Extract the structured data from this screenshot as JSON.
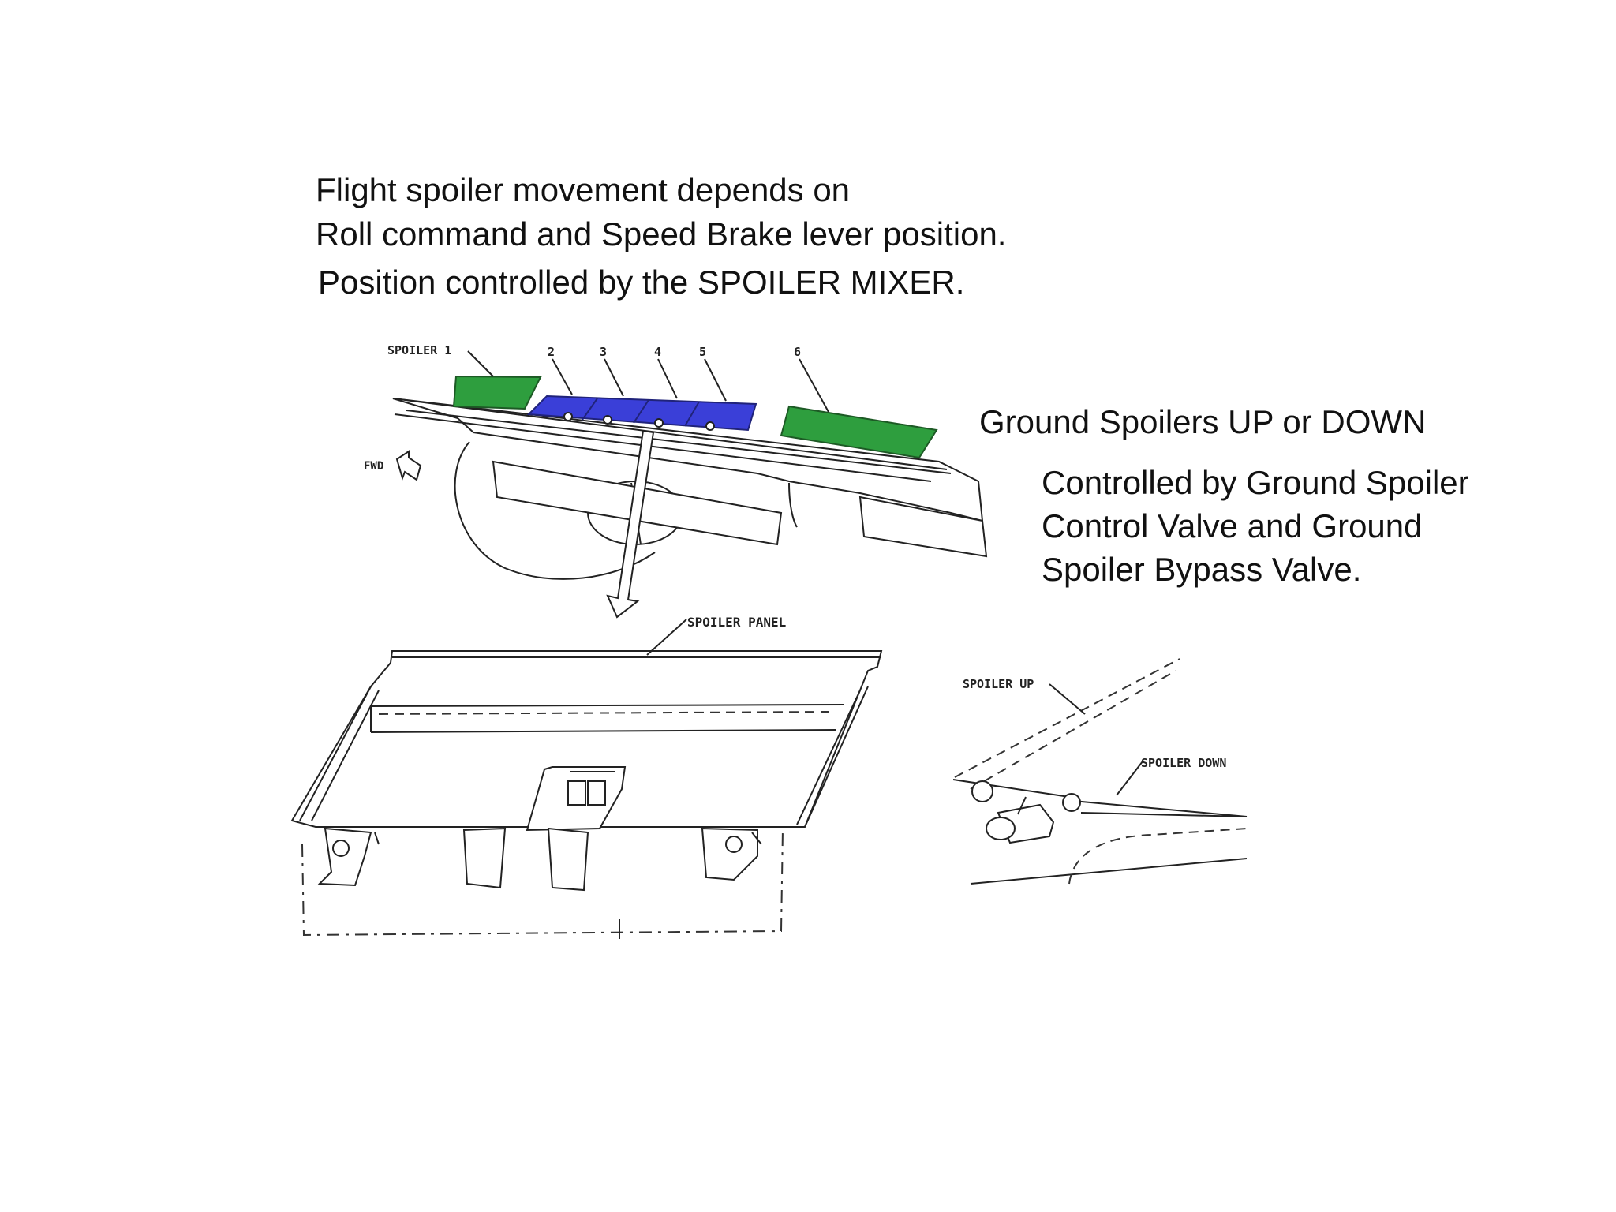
{
  "text": {
    "flight_line1": "Flight spoiler movement depends on",
    "flight_line2": "Roll command and Speed Brake lever position.",
    "flight_line3": "Position controlled by the SPOILER MIXER.",
    "ground_title": "Ground Spoilers UP or DOWN",
    "ground_line1": "Controlled by Ground Spoiler",
    "ground_line2": "Control Valve and Ground",
    "ground_line3": "Spoiler Bypass Valve."
  },
  "diagram_labels": {
    "spoiler_1": "SPOILER 1",
    "n2": "2",
    "n3": "3",
    "n4": "4",
    "n5": "5",
    "n6": "6",
    "fwd": "FWD",
    "spoiler_panel": "SPOILER PANEL",
    "spoiler_up": "SPOILER UP",
    "spoiler_down": "SPOILER DOWN"
  },
  "colors": {
    "ground_spoiler": "#2e9e3e",
    "flight_spoiler": "#3a3fd8"
  }
}
